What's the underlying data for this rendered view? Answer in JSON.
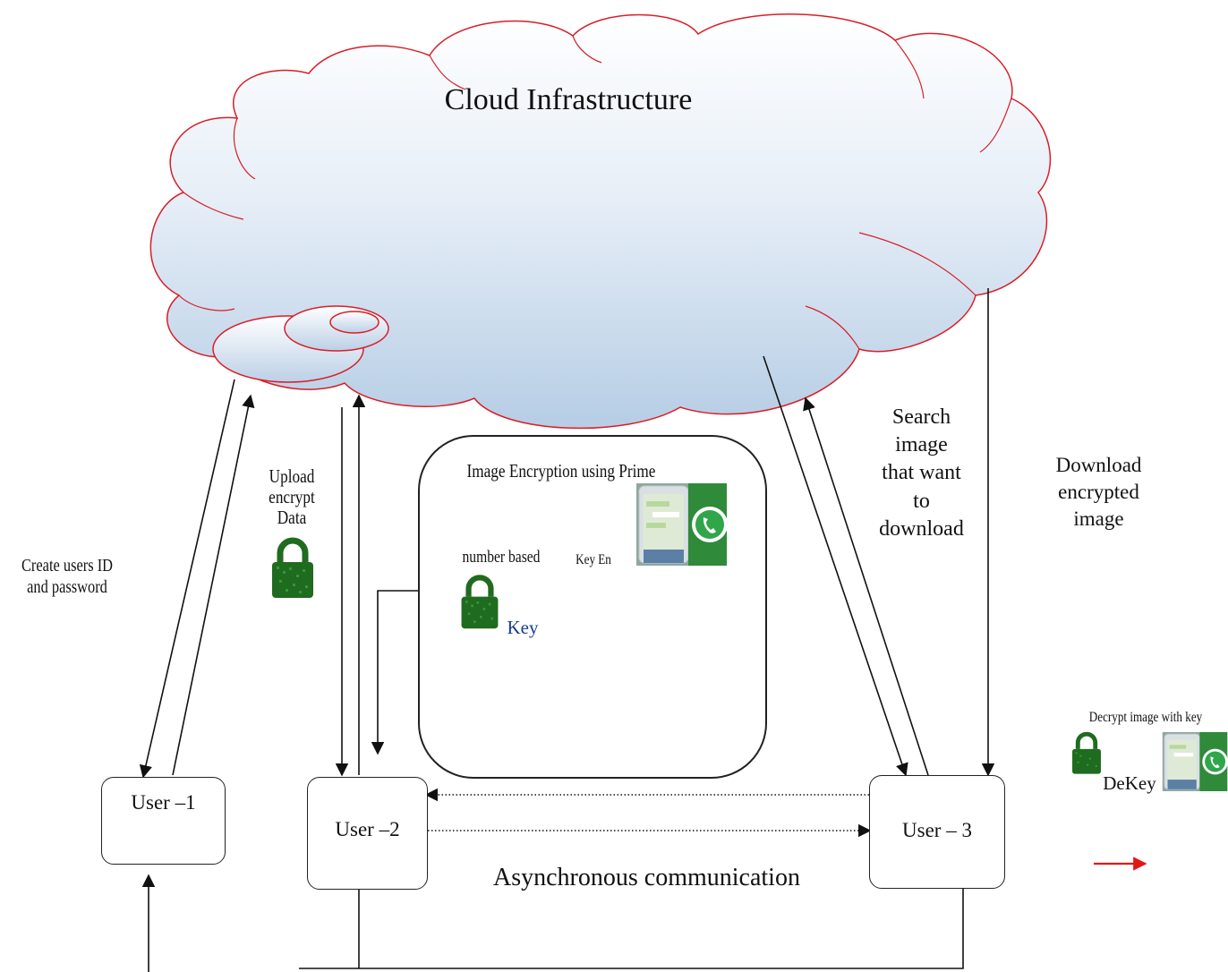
{
  "cloud": {
    "title": "Cloud Infrastructure"
  },
  "users": {
    "user1": "User –1",
    "user2": "User –2",
    "user3": "User – 3"
  },
  "labels": {
    "create_users": [
      "Create users ID",
      "and password"
    ],
    "upload": [
      "Upload",
      "encrypt",
      "Data"
    ],
    "search": [
      "Search",
      "image",
      "that want",
      "to",
      "download"
    ],
    "download": [
      "Download",
      "encrypted",
      "image"
    ],
    "async": "Asynchronous communication"
  },
  "encryption_box": {
    "title": "Image Encryption  using Prime",
    "number_based": "number based",
    "key_en": "Key En",
    "key": "Key"
  },
  "legend": {
    "decrypt": "Decrypt image with key",
    "dekey": "DeKey"
  },
  "colors": {
    "cloud_stroke": "#d81e28",
    "cloud_fill_top": "#ffffff",
    "cloud_fill_bottom": "#b8cfe6",
    "lock": "#1f6b1f",
    "key_text": "#1a3b8f",
    "legend_arrow": "#e01818"
  }
}
